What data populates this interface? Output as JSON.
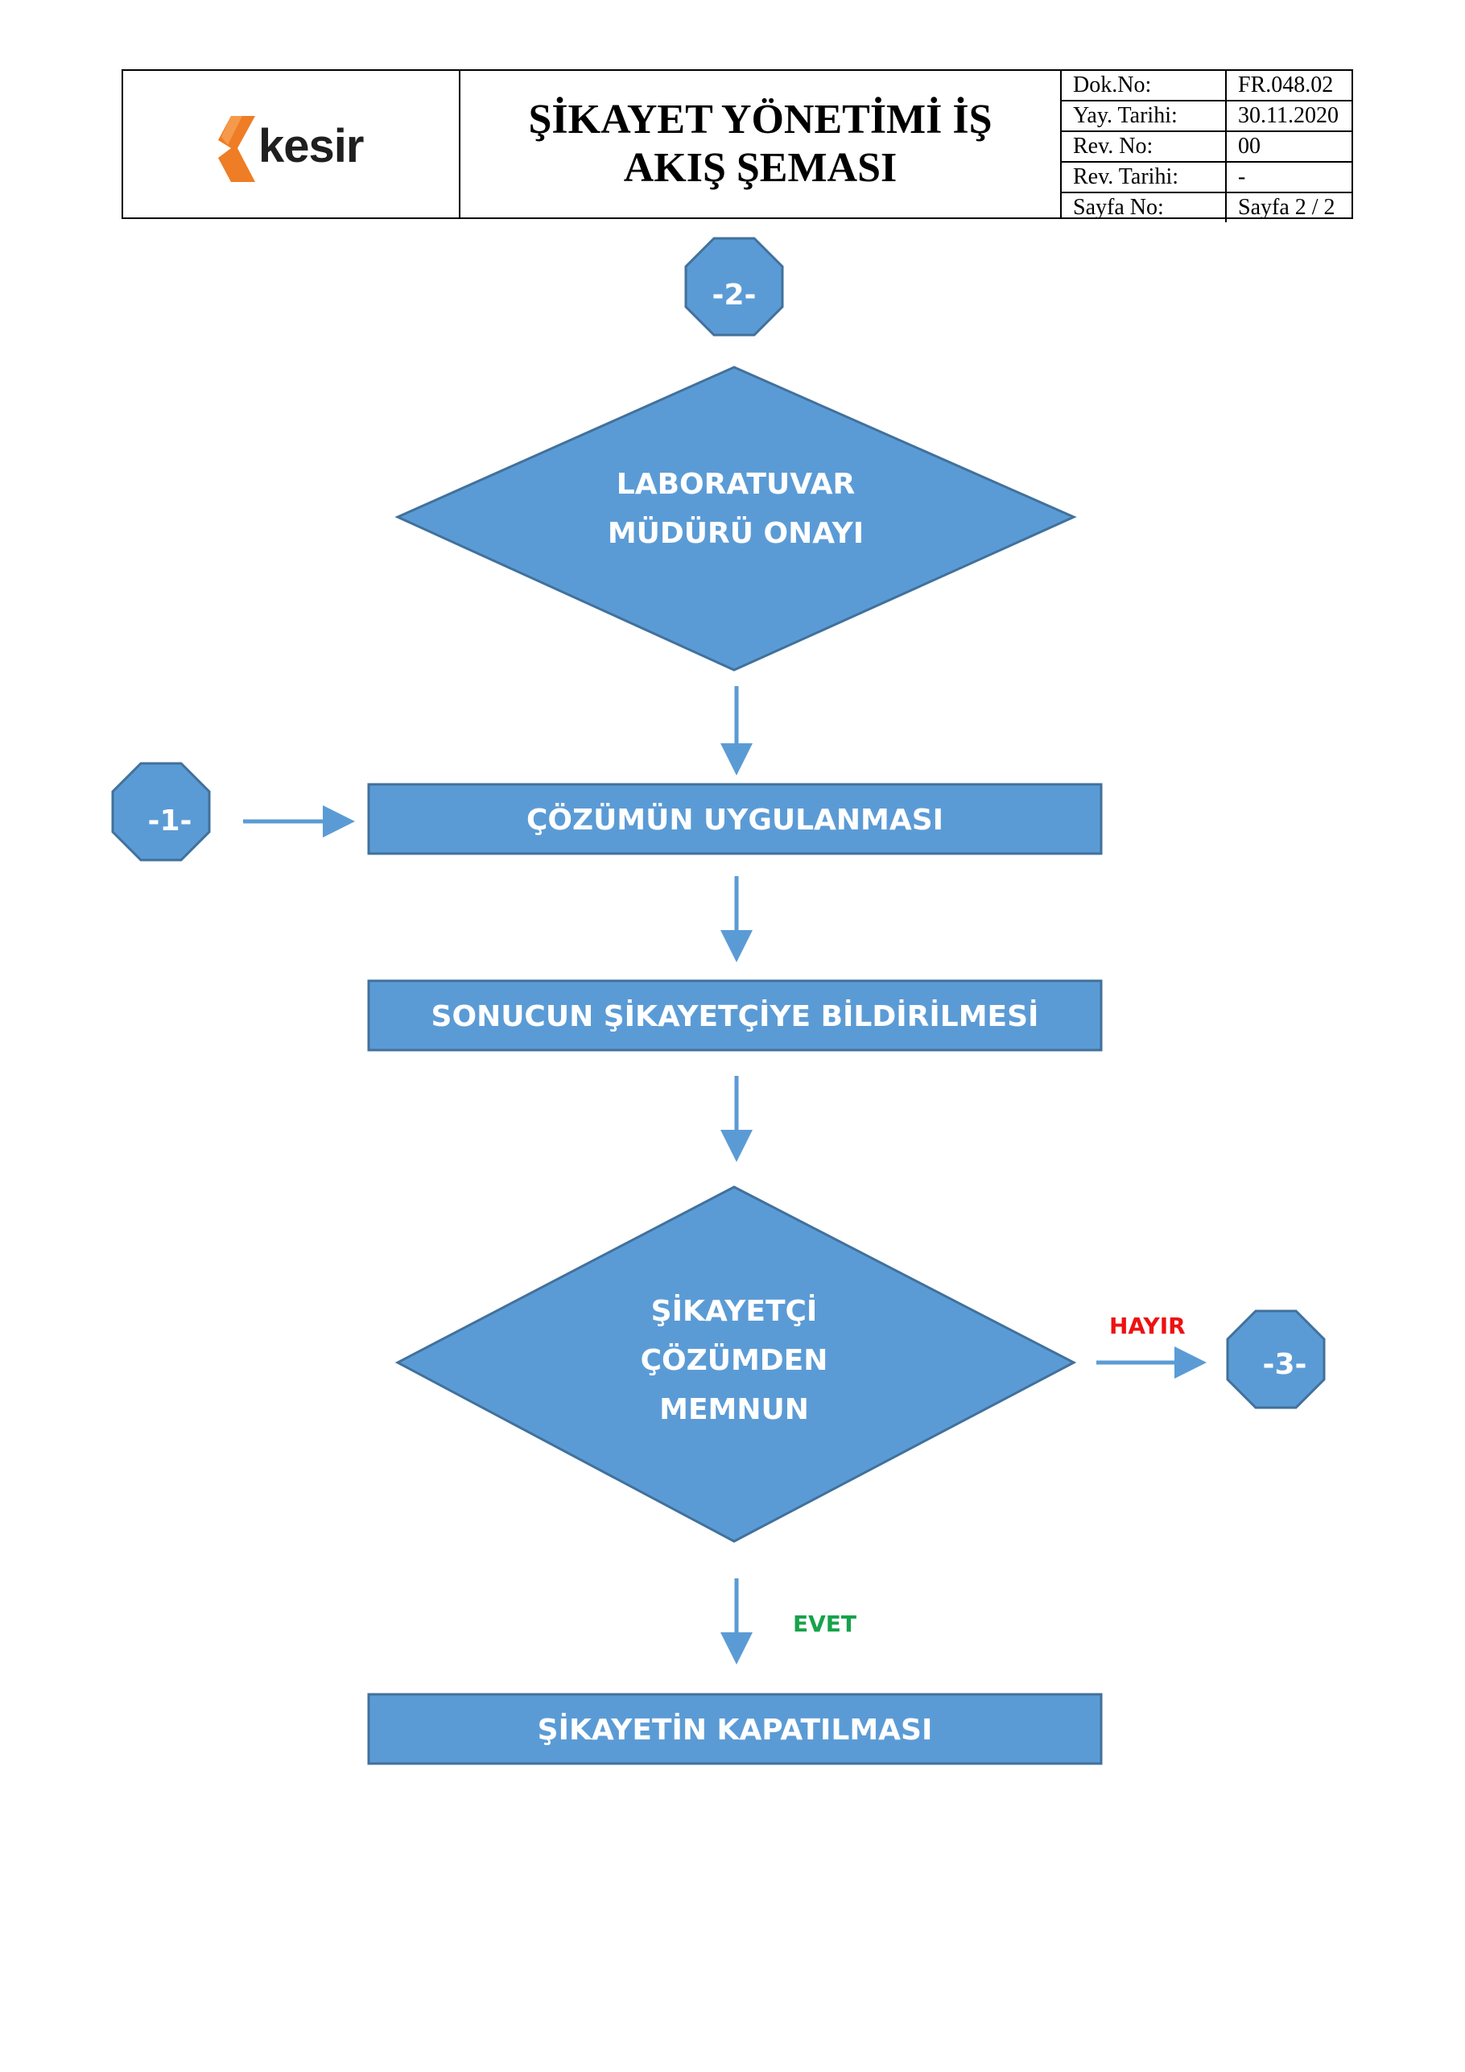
{
  "header": {
    "logo_text": "kesir",
    "title_line1": "ŞİKAYET YÖNETİMİ İŞ",
    "title_line2": "AKIŞ ŞEMASI",
    "info": [
      {
        "label": "Dok.No:",
        "value": "FR.048.02"
      },
      {
        "label": "Yay. Tarihi:",
        "value": "30.11.2020"
      },
      {
        "label": "Rev. No:",
        "value": "00"
      },
      {
        "label": "Rev. Tarihi:",
        "value": "-"
      },
      {
        "label": "Sayfa No:",
        "value": "Sayfa 2 / 2"
      }
    ]
  },
  "colors": {
    "shape_fill": "#5b9bd5",
    "shape_stroke": "#41719c",
    "arrow": "#5b9bd5",
    "logo_orange": "#ee7d25",
    "no_label": "#ee1111",
    "yes_label": "#16a34a"
  },
  "flow": {
    "connector_top": "-2-",
    "decision1_line1": "LABORATUVAR",
    "decision1_line2": "MÜDÜRÜ ONAYI",
    "connector_left": "-1-",
    "step1": "ÇÖZÜMÜN UYGULANMASI",
    "step2": "SONUCUN ŞİKAYETÇİYE BİLDİRİLMESİ",
    "decision2_line1": "ŞİKAYETÇİ",
    "decision2_line2": "ÇÖZÜMDEN",
    "decision2_line3": "MEMNUN",
    "no_label": "HAYIR",
    "connector_right": "-3-",
    "yes_label": "EVET",
    "step3": "ŞİKAYETİN KAPATILMASI"
  }
}
